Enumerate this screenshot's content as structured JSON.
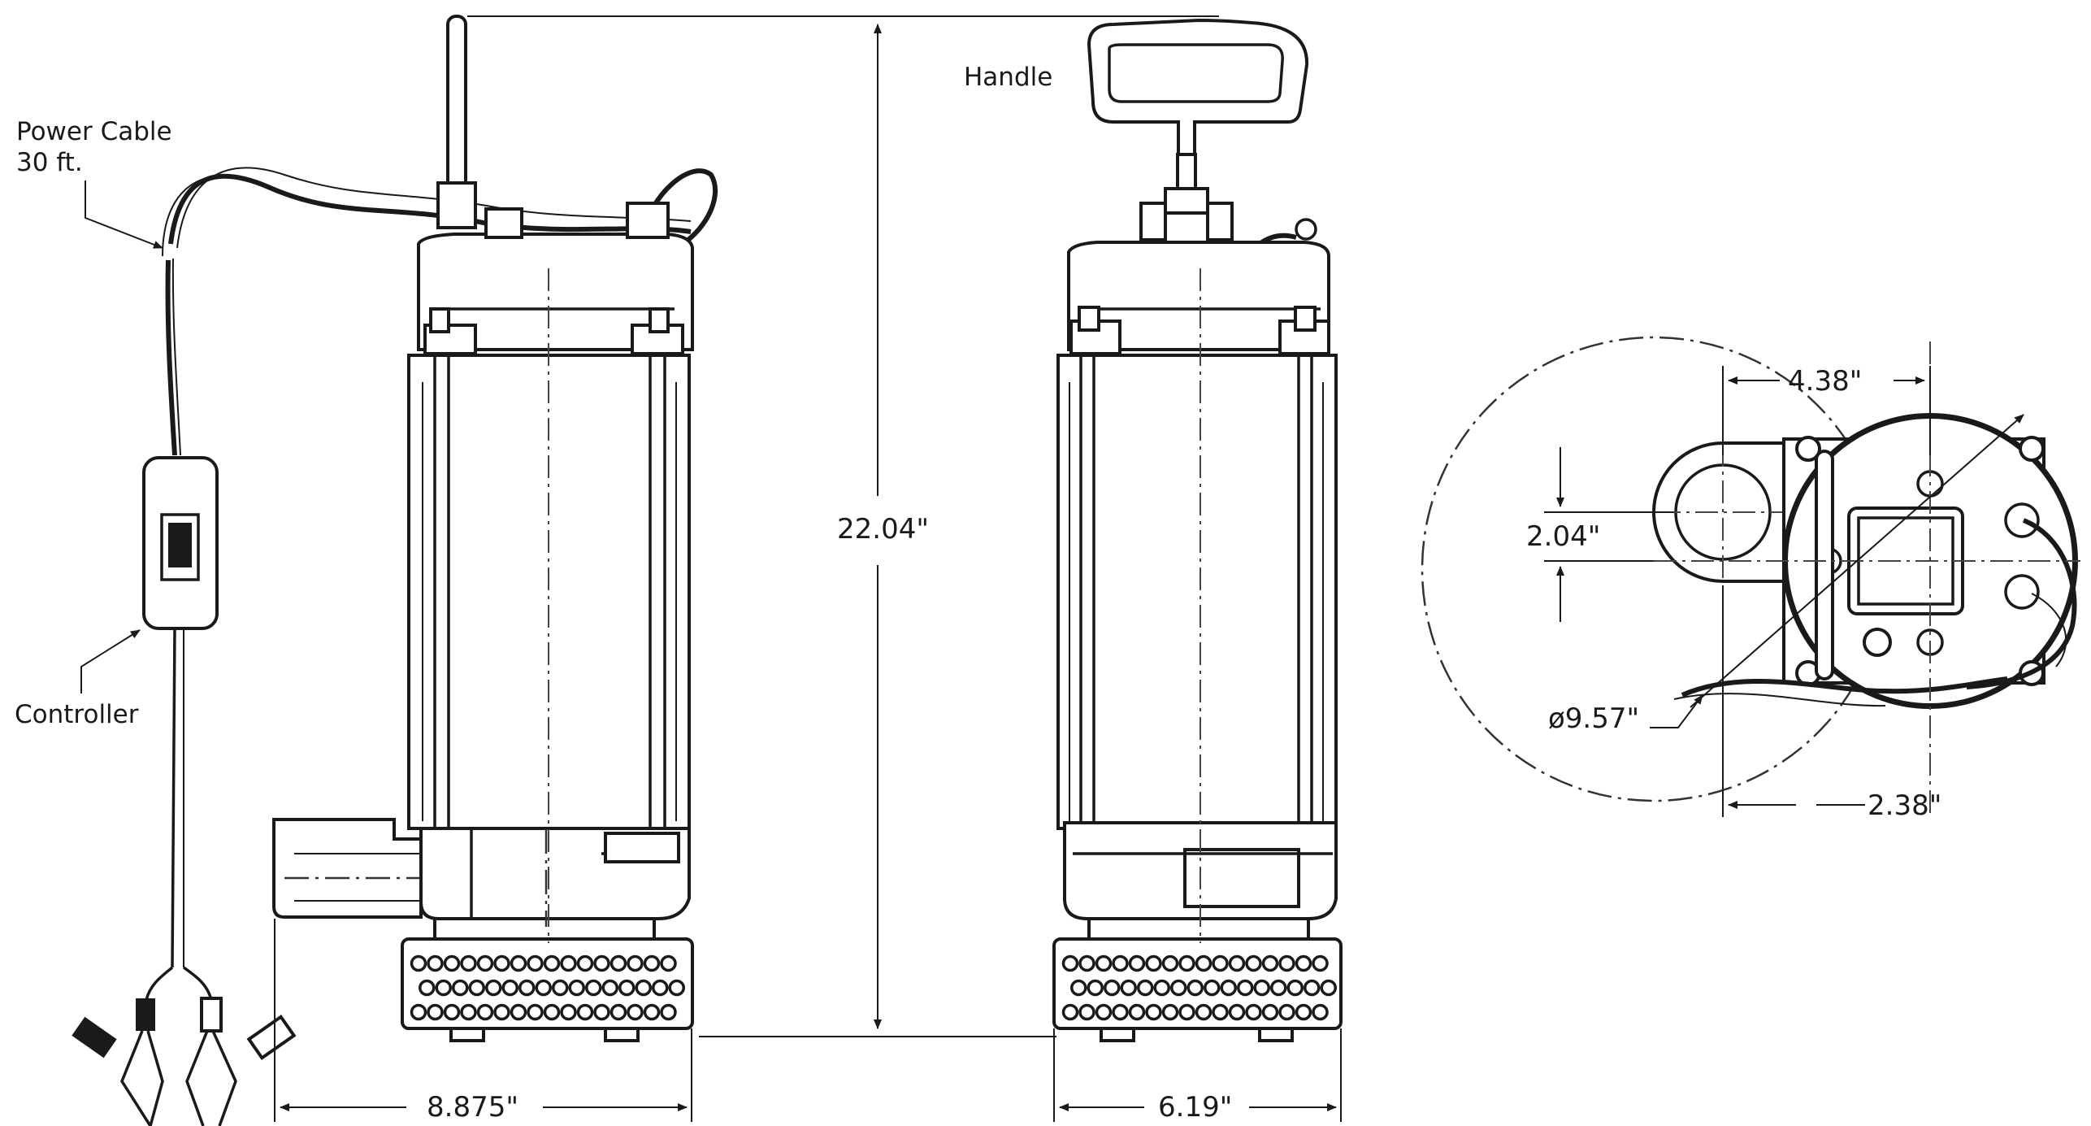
{
  "labels": {
    "power_cable_line1": "Power Cable",
    "power_cable_line2": "30 ft.",
    "controller": "Controller",
    "handle": "Handle"
  },
  "dimensions": {
    "height": "22.04\"",
    "width_side": "8.875\"",
    "width_front": "6.19\"",
    "top_x": "4.38\"",
    "top_y": "2.04\"",
    "diameter": "ø9.57\"",
    "offset": "2.38\""
  }
}
